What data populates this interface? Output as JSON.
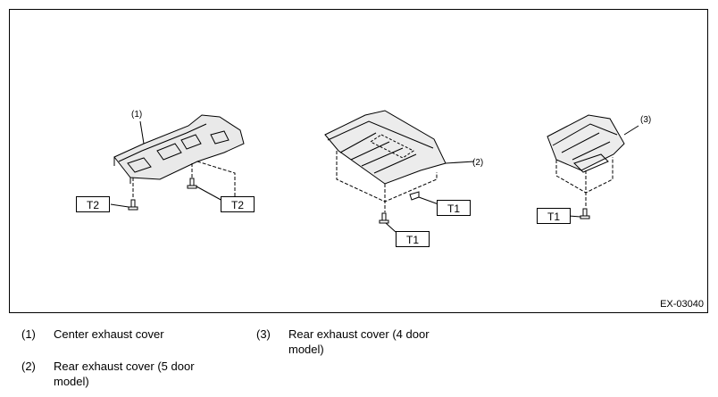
{
  "figure": {
    "code": "EX-03040",
    "callouts": [
      "(1)",
      "(2)",
      "(3)"
    ],
    "torque_labels": {
      "t2_left": "T2",
      "t2_right": "T2",
      "t1_mid_right": "T1",
      "t1_mid_bottom": "T1",
      "t1_right": "T1"
    }
  },
  "legend": [
    {
      "num": "(1)",
      "text": "Center exhaust cover"
    },
    {
      "num": "(2)",
      "text": "Rear exhaust cover (5 door model)"
    },
    {
      "num": "(3)",
      "text": "Rear exhaust cover (4 door model)"
    }
  ]
}
